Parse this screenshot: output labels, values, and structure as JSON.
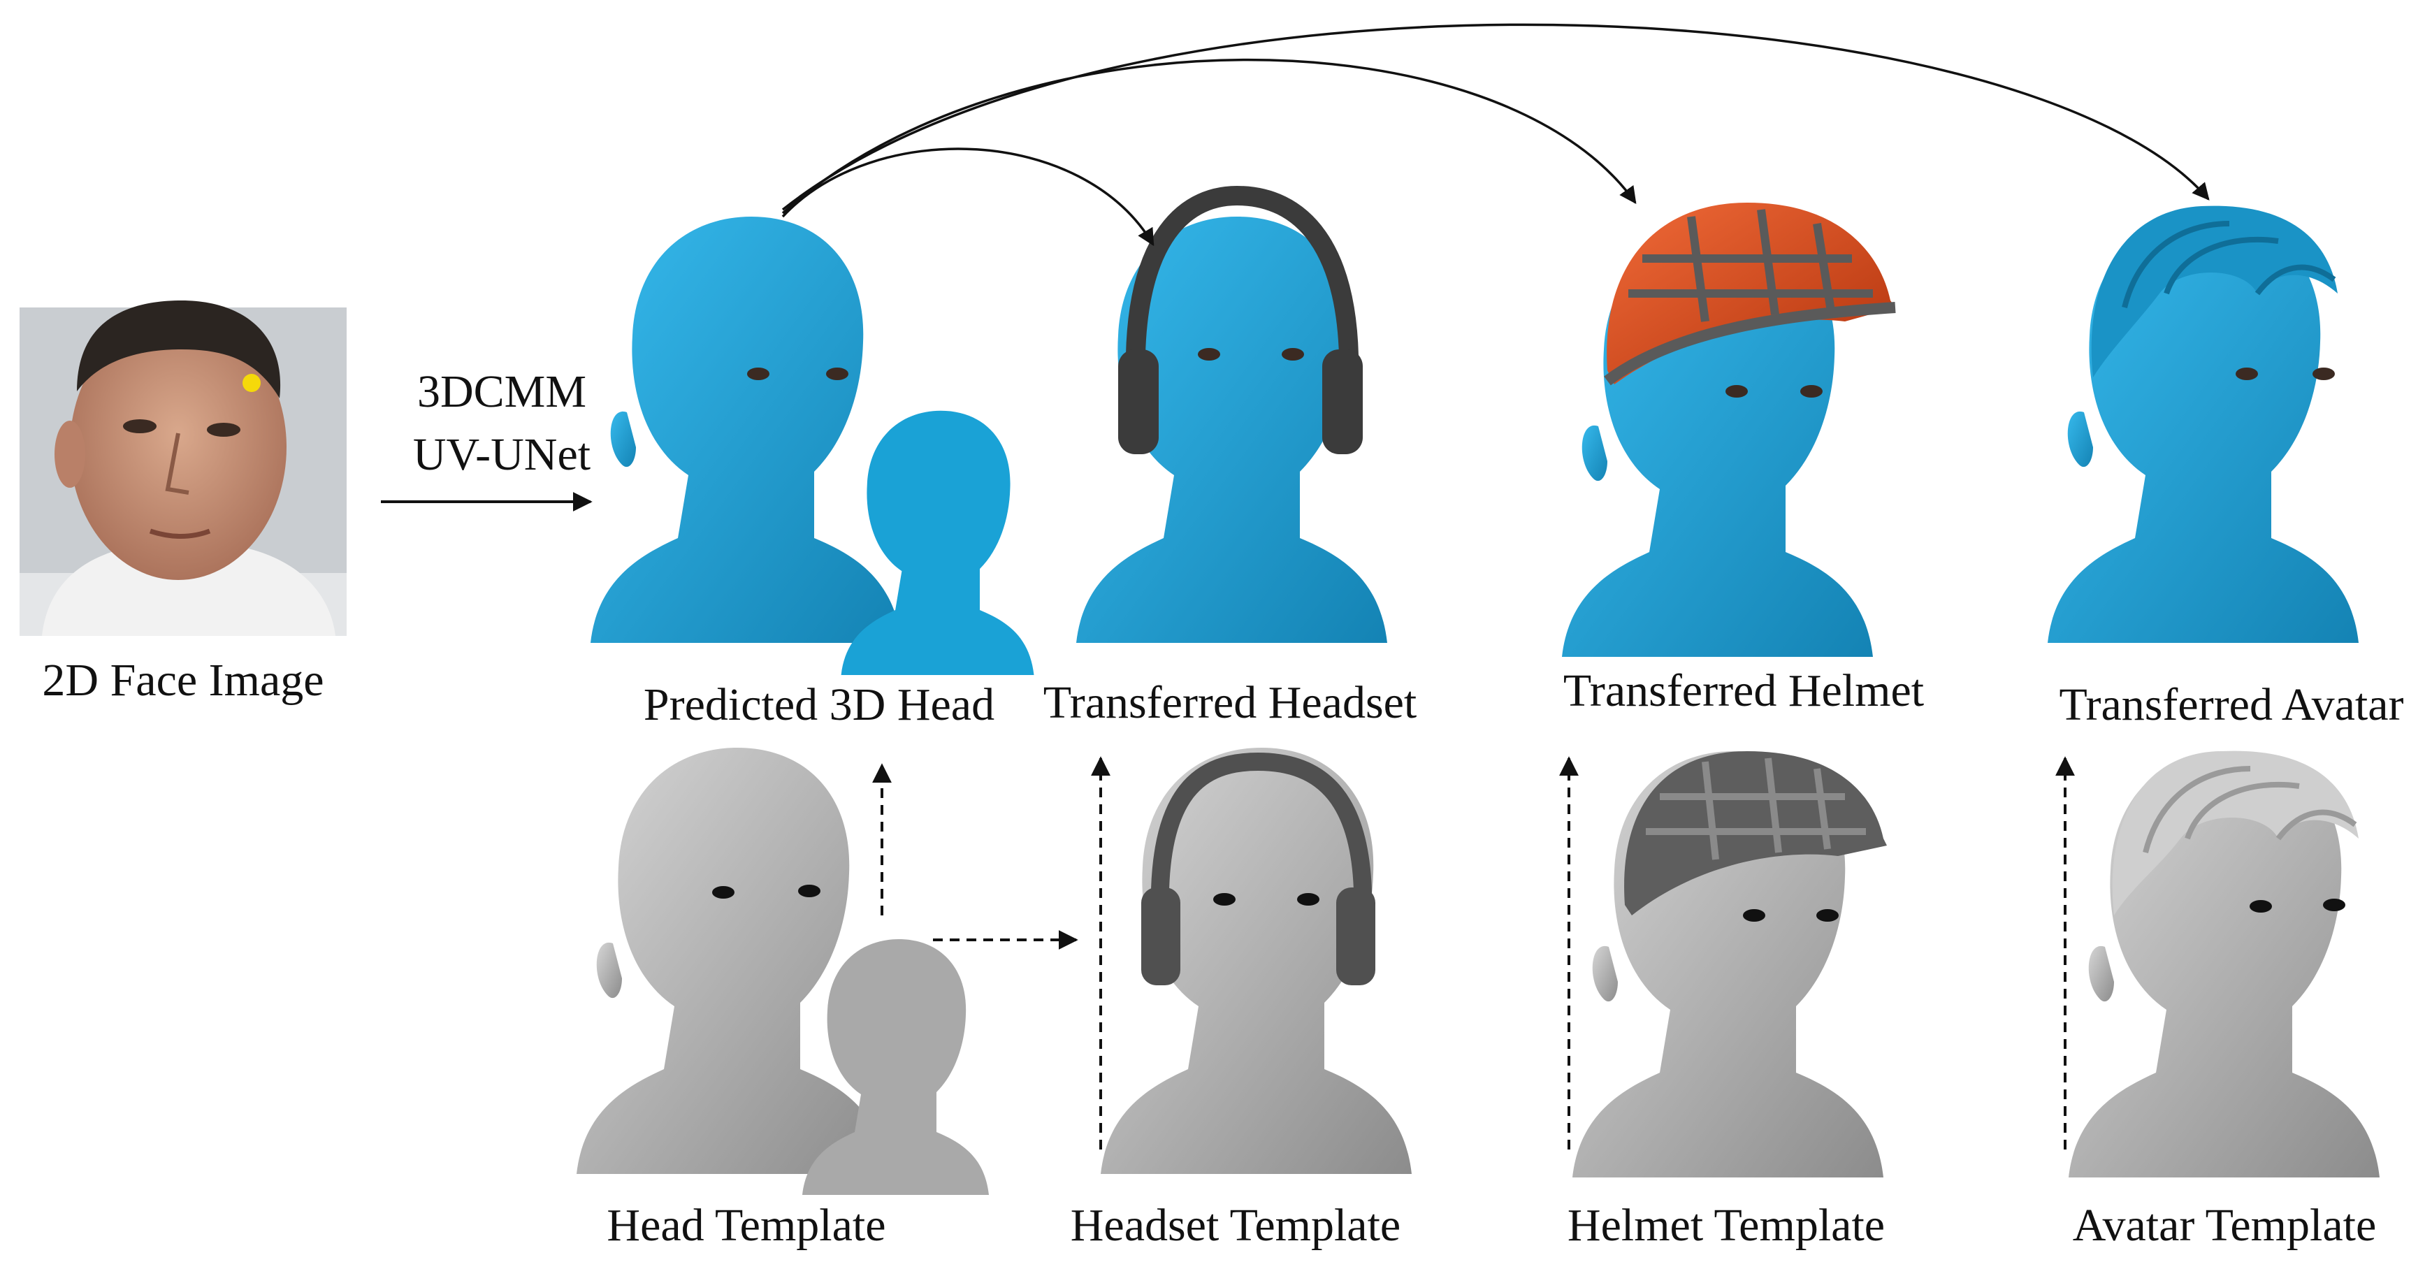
{
  "input": {
    "caption": "2D Face Image"
  },
  "method": {
    "line1": "3DCMM",
    "line2": "UV-UNet"
  },
  "top_row": [
    {
      "id": "predicted-head",
      "caption": "Predicted 3D Head"
    },
    {
      "id": "transferred-headset",
      "caption": "Transferred Headset"
    },
    {
      "id": "transferred-helmet",
      "caption": "Transferred Helmet"
    },
    {
      "id": "transferred-avatar",
      "caption": "Transferred Avatar"
    }
  ],
  "bottom_row": [
    {
      "id": "head-template",
      "caption": "Head Template"
    },
    {
      "id": "headset-template",
      "caption": "Headset Template"
    },
    {
      "id": "helmet-template",
      "caption": "Helmet Template"
    },
    {
      "id": "avatar-template",
      "caption": "Avatar Template"
    }
  ],
  "colors": {
    "predicted_skin": "#1fa8dd",
    "predicted_shade": "#1483b4",
    "template_skin": "#bdbdbd",
    "template_shade": "#8c8c8c",
    "helmet_orange": "#d9471a",
    "helmet_dark": "#5a5a5a",
    "headset_dark": "#3b3b3b",
    "arrow": "#111111",
    "photo_bg": "#c9cdd1",
    "photo_skin": "#c7927a",
    "marker_yellow": "#f5d90a"
  }
}
